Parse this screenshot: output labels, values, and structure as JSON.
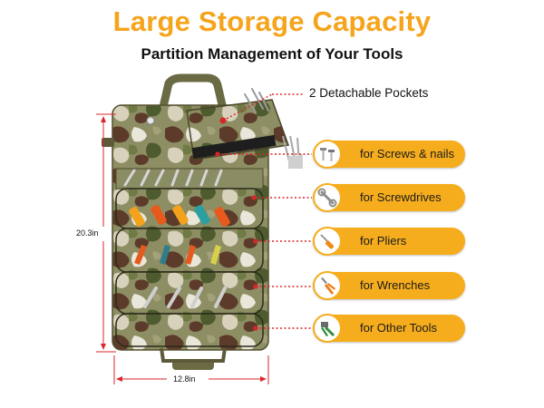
{
  "header": {
    "title": "Large Storage Capacity",
    "subtitle": "Partition Management of Your Tools"
  },
  "callout_top": {
    "label": "2 Detachable Pockets"
  },
  "features": [
    {
      "label": "for Screws & nails",
      "icon": "screws-icon"
    },
    {
      "label": "for Screwdrives",
      "icon": "wrench-icon"
    },
    {
      "label": "for Pliers",
      "icon": "screwdriver-icon"
    },
    {
      "label": "for Wrenches",
      "icon": "pliers-icon"
    },
    {
      "label": "for Other Tools",
      "icon": "crimper-icon"
    }
  ],
  "dimensions": {
    "height": "20.3in",
    "width": "12.8in"
  },
  "colors": {
    "accent": "#f6ad1d",
    "title": "#f5a41c",
    "dimension_line": "#d9262a",
    "camo": [
      "#6f7a45",
      "#a3a17a",
      "#5c3b2a",
      "#e9e6da",
      "#4e5b2f"
    ]
  }
}
